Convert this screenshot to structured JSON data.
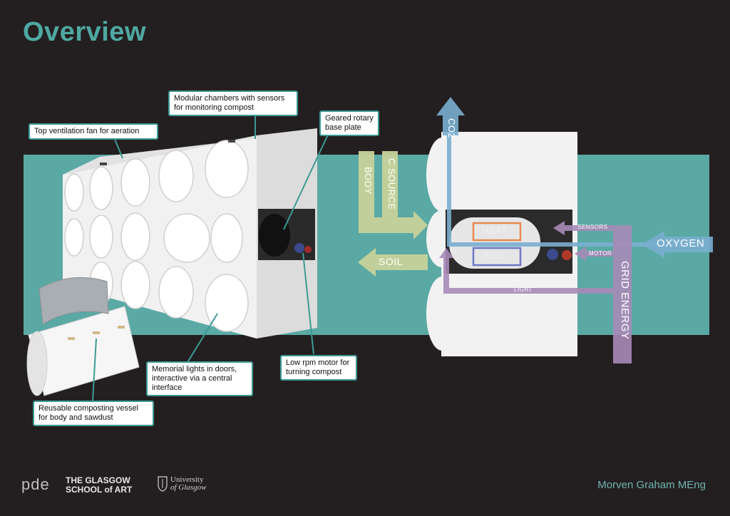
{
  "title": "Overview",
  "callouts": {
    "modular": "Modular chambers with sensors for monitoring compost",
    "fan": "Top ventilation fan for aeration",
    "geared": "Geared rotary base plate",
    "memorial": "Memorial lights in doors, interactive via a central interface",
    "motor": "Low rpm motor for turning compost",
    "vessel": "Reusable composting vessel for body and sawdust"
  },
  "flows": {
    "co2": "CO2",
    "body": "BODY",
    "c_source": "C SOURCE",
    "soil": "SOIL",
    "heat": "HEAT",
    "h2o": "H2O",
    "sensors": "SENSORS",
    "motor": "MOTOR",
    "light": "LIGHT",
    "oxygen": "OXYGEN",
    "grid_energy": "GRID ENERGY"
  },
  "footer": {
    "pde": "pde",
    "gsa_line1": "THE GLASGOW",
    "gsa_line2": "SCHOOL of ART",
    "uog_line1": "University",
    "uog_line2": "of Glasgow",
    "author": "Morven Graham MEng"
  },
  "colors": {
    "background": "#231f20",
    "teal": "#5aa9a5",
    "co2": "#7aaed0",
    "green": "#c7d39a",
    "purple": "#a88ab8",
    "heat": "#e88a4f",
    "h2o": "#6d78c4"
  }
}
